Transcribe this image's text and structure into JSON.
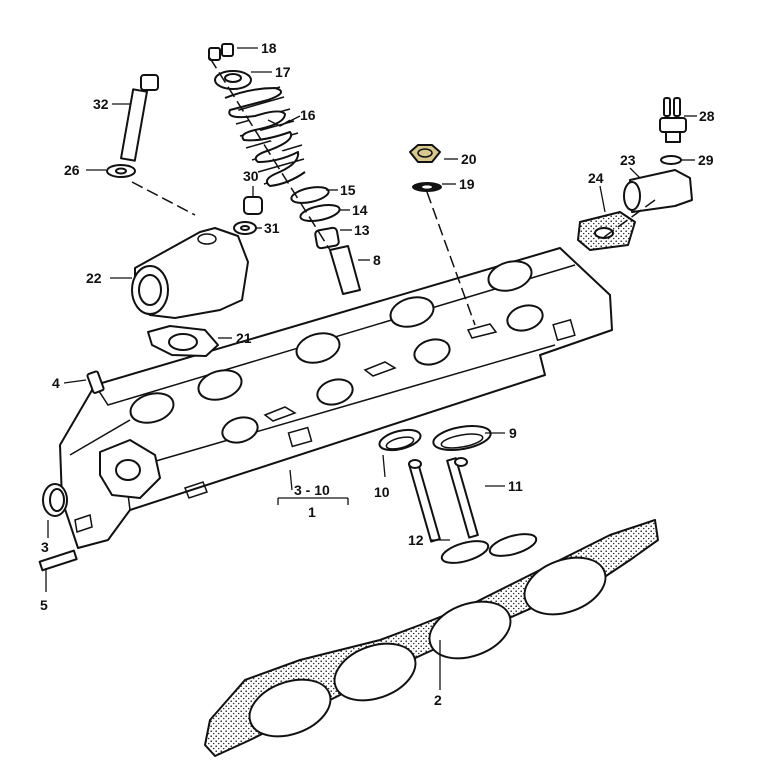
{
  "callouts": {
    "p1": "1",
    "p2": "2",
    "p3": "3",
    "p3_10": "3 - 10",
    "p4": "4",
    "p5": "5",
    "p8": "8",
    "p9": "9",
    "p10": "10",
    "p11": "11",
    "p12": "12",
    "p13": "13",
    "p14": "14",
    "p15": "15",
    "p16": "16",
    "p17": "17",
    "p18": "18",
    "p19": "19",
    "p20": "20",
    "p21": "21",
    "p22": "22",
    "p23": "23",
    "p24": "24",
    "p26": "26",
    "p28": "28",
    "p29": "29",
    "p30": "30",
    "p31": "31",
    "p32": "32"
  },
  "colors": {
    "line": "#111111",
    "background": "#ffffff",
    "nut": "#d8c890"
  }
}
